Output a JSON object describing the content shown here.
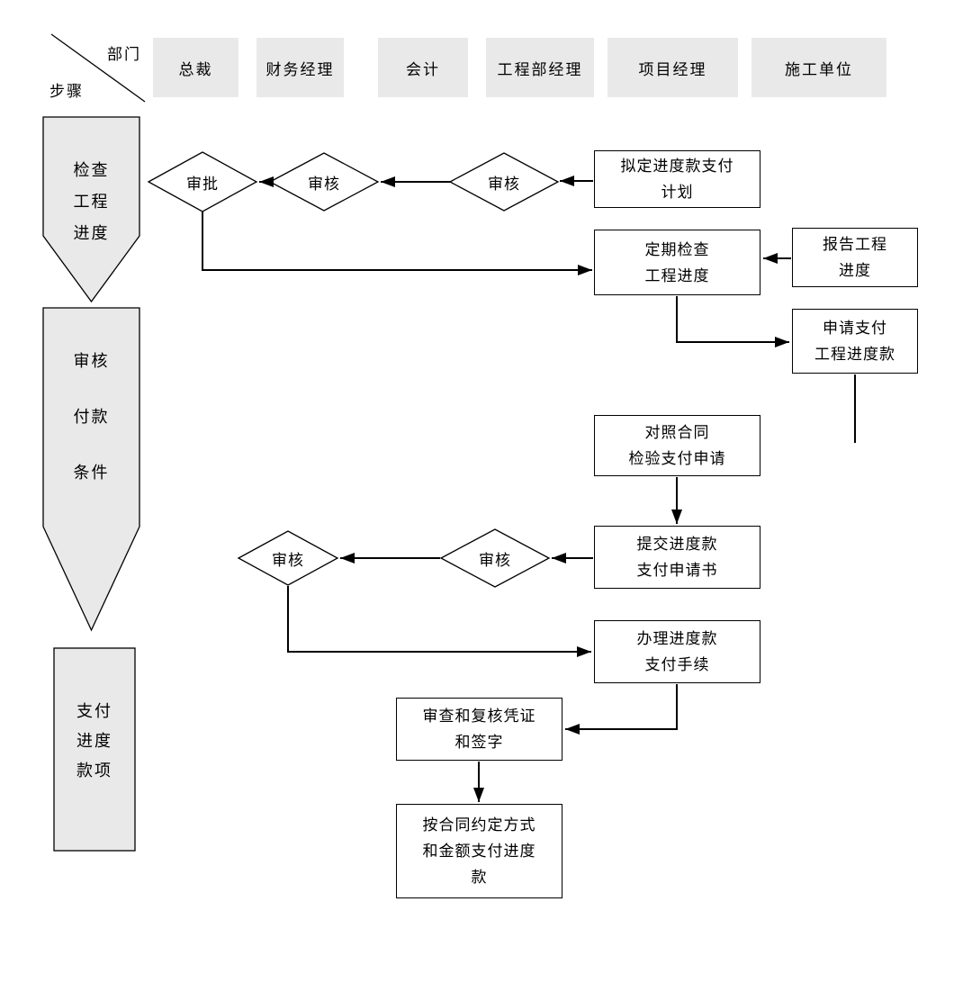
{
  "header": {
    "corner": {
      "top_label": "部门",
      "bottom_label": "步骤"
    },
    "columns": [
      {
        "id": "president",
        "label": "总裁"
      },
      {
        "id": "finance-manager",
        "label": "财务经理"
      },
      {
        "id": "accountant",
        "label": "会计"
      },
      {
        "id": "engineering-manager",
        "label": "工程部经理"
      },
      {
        "id": "project-manager",
        "label": "项目经理"
      },
      {
        "id": "construction-unit",
        "label": "施工单位"
      }
    ]
  },
  "steps": [
    {
      "label": "检查\n工程\n进度"
    },
    {
      "label": "审核\n付款\n条件"
    },
    {
      "label": "支付\n进度\n款项"
    }
  ],
  "nodes": {
    "draft_plan": "拟定进度款支付\n计划",
    "periodic_check": "定期检查\n工程进度",
    "report_progress": "报告工程\n进度",
    "apply_payment": "申请支付\n工程进度款",
    "check_contract": "对照合同\n检验支付申请",
    "submit_application": "提交进度款\n支付申请书",
    "handle_procedures": "办理进度款\n支付手续",
    "review_vouchers": "审查和复核凭证\n和签字",
    "pay_by_contract": "按合同约定方式\n和金额支付进度\n款"
  },
  "decisions": {
    "approve": "审批",
    "review_finance_top": "审核",
    "review_engineering": "审核",
    "review_accountant": "审核",
    "review_finance_bottom": "审核"
  },
  "colors": {
    "lane_header_bg": "#e9e9e9",
    "step_shape_bg": "#e9e9e9",
    "node_bg": "#ffffff",
    "line": "#000000"
  }
}
